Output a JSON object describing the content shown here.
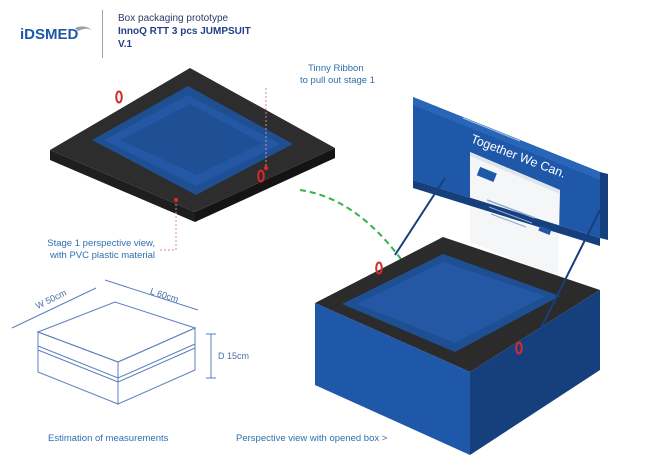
{
  "logo": {
    "text": "iDSMED"
  },
  "header": {
    "line1": "Box packaging prototype",
    "line2": "InnoQ RTT 3 pcs JUMPSUIT",
    "line3": "V.1"
  },
  "notes": {
    "ribbon_line1": "Tinny Ribbon",
    "ribbon_line2": "to pull out stage 1",
    "stage1_line1": "Stage 1 perspective view,",
    "stage1_line2": "with PVC plastic material"
  },
  "measurements": {
    "width": "W 50cm",
    "length": "L 60cm",
    "depth": "D 15cm",
    "caption": "Estimation of measurements"
  },
  "opened_box": {
    "lid_text": "Together We Can.",
    "caption": "Perspective view with opened box >"
  },
  "colors": {
    "brand_blue": "#1f58a8",
    "dark_blue": "#163f7e",
    "tray_blue": "#1b4e95",
    "foam_black": "#2a2a2a",
    "annotation_red": "#d62b2b",
    "arrow_green": "#33b34a"
  }
}
